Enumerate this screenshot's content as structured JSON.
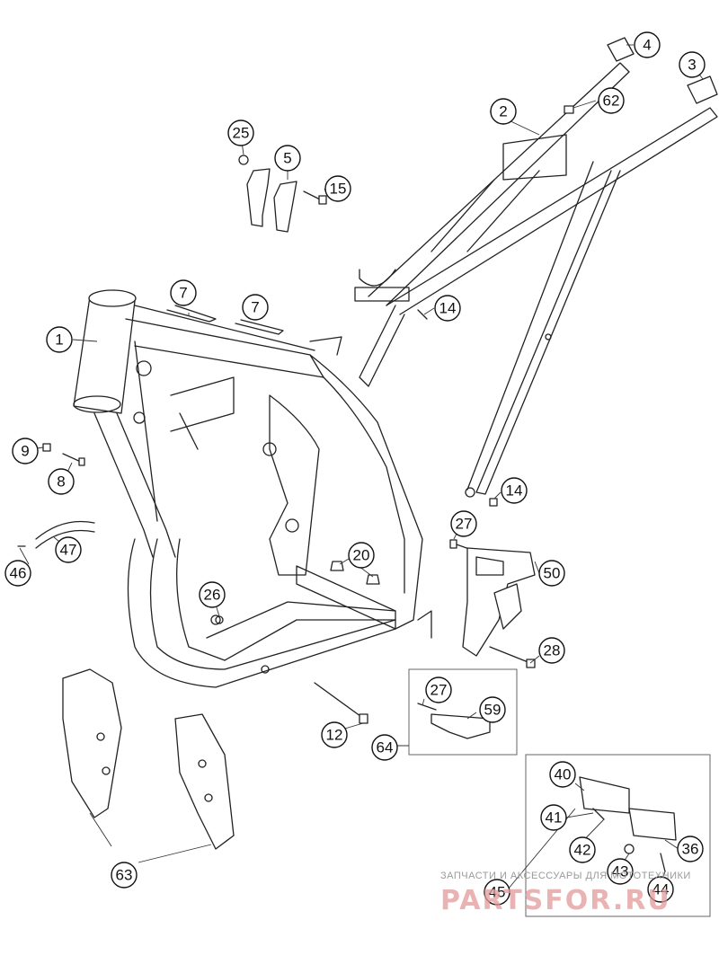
{
  "diagram": {
    "callouts": [
      "1",
      "2",
      "3",
      "4",
      "5",
      "7",
      "7",
      "8",
      "9",
      "12",
      "14",
      "14",
      "15",
      "20",
      "25",
      "26",
      "27",
      "27",
      "28",
      "36",
      "40",
      "41",
      "42",
      "43",
      "44",
      "45",
      "46",
      "47",
      "50",
      "59",
      "62",
      "63",
      "64"
    ]
  },
  "watermark": {
    "caption": "ЗАПЧАСТИ И АКСЕССУАРЫ ДЛЯ МОТОТЕХНИКИ",
    "logo": "PARTSFOR.RU"
  }
}
